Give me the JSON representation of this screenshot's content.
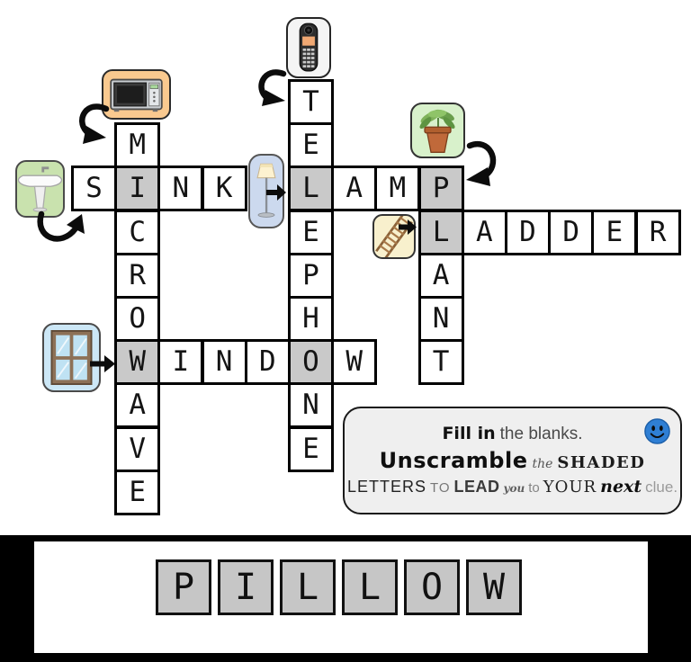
{
  "puzzle": {
    "type": "crossword",
    "words": [
      {
        "word": "MICROWAVE",
        "direction": "down",
        "col": 1,
        "row": 1,
        "icon": "microwave-icon"
      },
      {
        "word": "SINK",
        "direction": "across",
        "col": 0,
        "row": 2,
        "icon": "sink-icon"
      },
      {
        "word": "TELEPHONE",
        "direction": "down",
        "col": 5,
        "row": 0,
        "icon": "telephone-icon"
      },
      {
        "word": "LAMP",
        "direction": "across",
        "col": 5,
        "row": 2,
        "icon": "lamp-icon"
      },
      {
        "word": "PLANT",
        "direction": "down",
        "col": 8,
        "row": 2,
        "icon": "plant-icon"
      },
      {
        "word": "LADDER",
        "direction": "across",
        "col": 8,
        "row": 3,
        "icon": "ladder-icon"
      },
      {
        "word": "WINDOW",
        "direction": "across",
        "col": 1,
        "row": 6,
        "icon": "window-icon"
      }
    ],
    "shaded_cells": [
      [
        1,
        2
      ],
      [
        1,
        6
      ],
      [
        5,
        2
      ],
      [
        5,
        6
      ],
      [
        8,
        2
      ],
      [
        8,
        3
      ]
    ]
  },
  "icons": {
    "microwave": {
      "name": "microwave-icon",
      "bg": "#f9c98f"
    },
    "sink": {
      "name": "sink-icon",
      "bg": "#c9e2ae"
    },
    "telephone": {
      "name": "telephone-icon",
      "bg": "#f4f4f4"
    },
    "lamp": {
      "name": "lamp-icon",
      "bg": "#ccd9ee"
    },
    "plant": {
      "name": "plant-icon",
      "bg": "#d8f1cb"
    },
    "ladder": {
      "name": "ladder-icon",
      "bg": "#f8f0cd"
    },
    "window": {
      "name": "window-icon",
      "bg": "#cce7f6"
    },
    "smiley": {
      "name": "smiley-icon",
      "color": "#2f7fd4"
    }
  },
  "instructions": {
    "fill_in": "Fill in",
    "the_blanks": "the blanks.",
    "unscramble": "Unscramble",
    "the": "the",
    "shaded": "SHADED",
    "letters": "LETTERS",
    "to_upper": "TO",
    "lead": "LEAD",
    "you": "you",
    "to_lower": "to",
    "your": "YOUR",
    "next": "next",
    "clue": "clue."
  },
  "answer": {
    "word": "PILLOW",
    "letters": [
      "P",
      "I",
      "L",
      "L",
      "O",
      "W"
    ]
  },
  "colors": {
    "shaded_cell": "#c9c9c9",
    "answer_cell": "#c6c6c6",
    "grid_border": "#000000",
    "band_bg": "#000000",
    "instruction_bg": "#efefef"
  }
}
